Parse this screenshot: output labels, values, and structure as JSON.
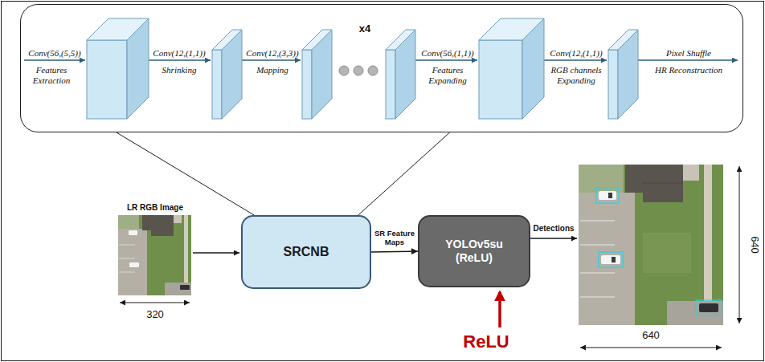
{
  "diagram": {
    "nodes": [
      {
        "text": [
          "Conv(56,(5,5))",
          "Features Extraction",
          "Conv(12,(1,1))",
          "Shrinking",
          "Conv(12,(3,3))",
          "Mapping",
          "x4",
          "Conv(56,(1,1))",
          "Features Expanding",
          "Conv(12,(1,1))",
          "RGB channels Expanding",
          "Pixel Shuffle",
          "HR Reconstruction"
        ]
      },
      {
        "text": [
          "SRCNB"
        ]
      },
      {
        "text": [
          "YOLOv5su (ReLU)"
        ]
      }
    ],
    "edges": [
      {
        "from": 0,
        "to": 1,
        "arrow": "none"
      },
      {
        "from": 0,
        "to": 1,
        "arrow": "none"
      },
      {
        "from": 1,
        "to": 2,
        "arrow": "to",
        "label": "SR Feature Maps"
      }
    ],
    "labels": [
      "LR RGB Image",
      "320",
      "Detections",
      "640",
      "640",
      "ReLU"
    ]
  }
}
